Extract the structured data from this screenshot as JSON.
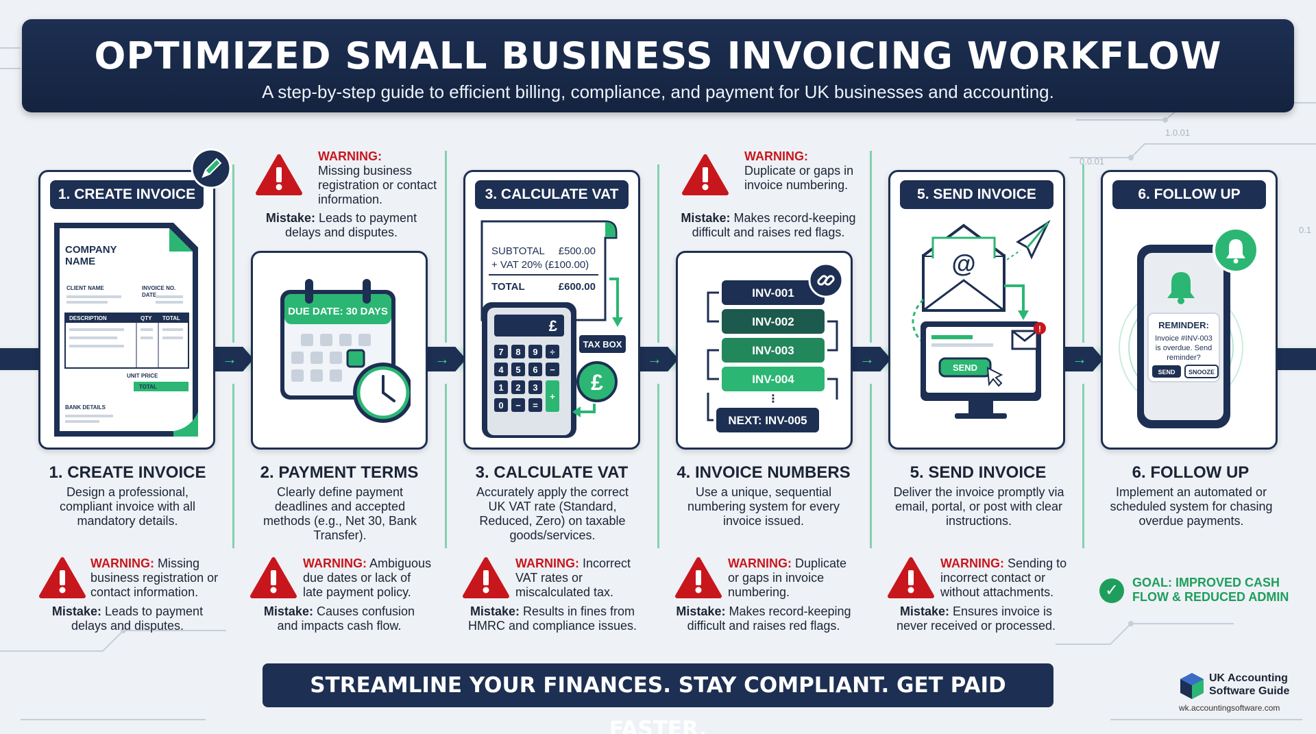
{
  "header": {
    "title": "OPTIMIZED SMALL BUSINESS INVOICING WORKFLOW",
    "subtitle": "A step-by-step guide to efficient billing, compliance, and payment for UK businesses and accounting."
  },
  "colors": {
    "navy": "#1d2f52",
    "green": "#2bb673",
    "red": "#c8161d"
  },
  "steps": [
    {
      "card_label": "1. CREATE INVOICE",
      "title": "1. CREATE INVOICE",
      "desc": "Design a professional, compliant invoice with all mandatory details.",
      "warning_label": "WARNING:",
      "warning": "Missing business registration or contact information.",
      "mistake_label": "Mistake:",
      "mistake": "Leads to payment delays and disputes.",
      "icon": "pencil-icon",
      "illustration": {
        "company": "COMPANY NAME",
        "client": "CLIENT NAME",
        "invoice_no": "INVOICE NO.",
        "date": "DATE",
        "col_desc": "DESCRIPTION",
        "col_qty": "QTY",
        "col_total": "TOTAL",
        "unit_price": "UNIT PRICE",
        "total": "TOTAL",
        "bank": "BANK DETAILS"
      }
    },
    {
      "title": "2. PAYMENT TERMS",
      "desc": "Clearly define payment deadlines and accepted methods (e.g., Net 30, Bank Transfer).",
      "warning_label": "WARNING:",
      "warning": "Ambiguous due dates or lack of late payment policy.",
      "mistake_label": "Mistake:",
      "mistake": "Causes confusion and impacts cash flow.",
      "illustration": {
        "due": "DUE DATE: 30 DAYS"
      },
      "top_warning_label": "WARNING:",
      "top_warning": "Missing business registration or contact information.",
      "top_mistake_label": "Mistake:",
      "top_mistake": "Leads to payment delays and disputes."
    },
    {
      "card_label": "3. CALCULATE VAT",
      "title": "3. CALCULATE VAT",
      "desc": "Accurately apply the correct UK VAT rate (Standard, Reduced, Zero) on taxable goods/services.",
      "warning_label": "WARNING:",
      "warning": "Incorrect VAT rates or miscalculated tax.",
      "mistake_label": "Mistake:",
      "mistake": "Results in fines from HMRC and compliance issues.",
      "illustration": {
        "subtotal_label": "SUBTOTAL",
        "subtotal": "£500.00",
        "vat_line": "+ VAT 20% (£100.00)",
        "total_label": "TOTAL",
        "total": "£600.00",
        "display": "£",
        "tax_box": "TAX BOX",
        "keys": [
          "7",
          "8",
          "9",
          "÷",
          "4",
          "5",
          "6",
          "−",
          "1",
          "2",
          "3",
          "",
          "0",
          "−",
          "=",
          ""
        ]
      }
    },
    {
      "title": "4. INVOICE NUMBERS",
      "desc": "Use a unique, sequential numbering system for every invoice issued.",
      "warning_label": "WARNING:",
      "warning": "Duplicate or gaps in invoice numbering.",
      "mistake_label": "Mistake:",
      "mistake": "Makes record-keeping difficult and raises red flags.",
      "illustration": {
        "numbers": [
          "INV-001",
          "INV-002",
          "INV-003",
          "INV-004"
        ],
        "next": "NEXT: INV-005"
      },
      "top_warning_label": "WARNING:",
      "top_warning": "Duplicate or gaps in invoice numbering.",
      "top_mistake_label": "Mistake:",
      "top_mistake": "Makes record-keeping difficult and raises red flags."
    },
    {
      "card_label": "5. SEND INVOICE",
      "title": "5. SEND INVOICE",
      "desc": "Deliver the invoice promptly via email, portal, or post with clear instructions.",
      "warning_label": "WARNING:",
      "warning": "Sending to incorrect contact or without attachments.",
      "mistake_label": "Mistake:",
      "mistake": "Ensures invoice is never received or processed.",
      "illustration": {
        "send": "SEND",
        "at": "@"
      }
    },
    {
      "card_label": "6. FOLLOW UP",
      "title": "6. FOLLOW UP",
      "desc": "Implement an automated or scheduled system for chasing overdue payments.",
      "illustration": {
        "reminder_title": "REMINDER:",
        "reminder_text": "Invoice #INV-003 is overdue. Send reminder?",
        "send": "SEND",
        "snooze": "SNOOZE"
      }
    }
  ],
  "goal": "GOAL: IMPROVED CASH FLOW & REDUCED ADMIN",
  "footer": "STREAMLINE YOUR FINANCES. STAY COMPLIANT. GET PAID FASTER.",
  "brand": {
    "name": "UK Accounting Software Guide",
    "url": "wk.accountingsoftware.com"
  },
  "decor_numbers": [
    "1.0.01",
    "0.0.01",
    "0.1"
  ]
}
